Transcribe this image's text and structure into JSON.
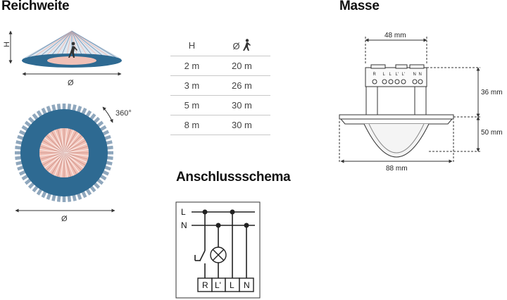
{
  "headings": {
    "reichweite": "Reichweite",
    "masse": "Masse",
    "anschlussschema": "Anschlussschema"
  },
  "reichweite": {
    "height_symbol": "H",
    "diameter_symbol": "Ø",
    "angle_label": "360°"
  },
  "table": {
    "col_h": "H",
    "col_d": "Ø",
    "person_icon": "person-walking-icon",
    "rows": [
      {
        "h": "2 m",
        "d": "20 m"
      },
      {
        "h": "3 m",
        "d": "26 m"
      },
      {
        "h": "5 m",
        "d": "30 m"
      },
      {
        "h": "8 m",
        "d": "30 m"
      }
    ]
  },
  "masse": {
    "width_top": "48 mm",
    "height_top": "36 mm",
    "height_bottom": "50 mm",
    "width_bottom": "88 mm",
    "terminals": [
      "R",
      "L",
      "L",
      "L'",
      "L'",
      "N",
      "N"
    ]
  },
  "schema": {
    "line_l": "L",
    "line_n": "N",
    "terminals": [
      "R",
      "L'",
      "L",
      "N"
    ]
  },
  "colors": {
    "blue": "#2e6a92",
    "pink": "#f0c0b6",
    "ray_blue": "#6c8fb2",
    "ring_grey": "#8fa7bd"
  }
}
